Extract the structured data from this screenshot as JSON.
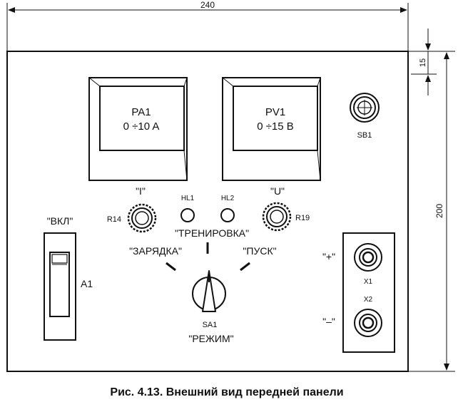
{
  "dimensions": {
    "width": "240",
    "height": "200",
    "offset": "15"
  },
  "meters": {
    "left": {
      "name": "PA1",
      "range": "0 ÷10 A"
    },
    "right": {
      "name": "PV1",
      "range": "0 ÷15 B"
    }
  },
  "button": {
    "name": "SB1"
  },
  "indicators": {
    "i_label": "\"I\"",
    "u_label": "\"U\"",
    "hl1": "HL1",
    "hl2": "HL2"
  },
  "knobs": {
    "r14": "R14",
    "r19": "R19"
  },
  "modes": {
    "training": "\"ТРЕНИРОВКА\"",
    "charging": "\"ЗАРЯДКА\"",
    "start": "\"ПУСК\""
  },
  "power_switch": {
    "label": "\"ВКЛ\"",
    "name": "A1"
  },
  "selector": {
    "name": "SA1",
    "label": "\"РЕЖИМ\""
  },
  "terminals": {
    "plus": "\"+\"",
    "minus": "\"–\"",
    "x1": "X1",
    "x2": "X2"
  },
  "caption": "Рис. 4.13. Внешний вид передней панели"
}
